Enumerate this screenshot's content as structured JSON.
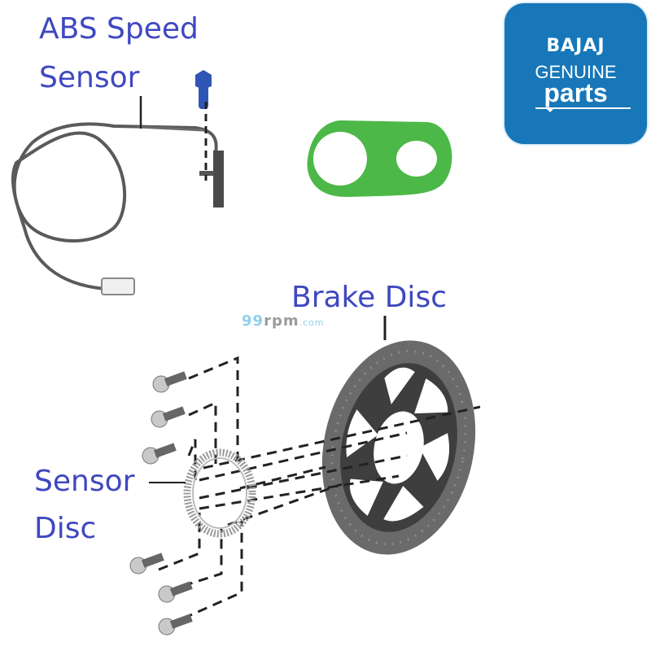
{
  "labels": {
    "abs_speed_sensor_line1": "ABS Speed",
    "abs_speed_sensor_line2": "Sensor",
    "brake_disc": "Brake Disc",
    "sensor_disc_line1": "Sensor",
    "sensor_disc_line2": "Disc"
  },
  "logo": {
    "brand": "BAJAJ",
    "line2": "GENUINE",
    "line3": "parts",
    "background": "#1777b8"
  },
  "watermark": {
    "prefix": "99",
    "main": "rpm",
    "suffix": ".com"
  },
  "colors": {
    "label_text": "#3f48c0",
    "gasket": "#4cb847",
    "sensor_bolt": "#2f55b5",
    "parts_gray": "#555555"
  },
  "parts": [
    {
      "name": "ABS speed sensor",
      "icon": "abs-sensor-cable"
    },
    {
      "name": "Sensor mounting bolt",
      "icon": "blue-bolt"
    },
    {
      "name": "Gasket",
      "icon": "green-gasket"
    },
    {
      "name": "Brake disc",
      "icon": "brake-disc"
    },
    {
      "name": "Sensor disc",
      "icon": "tone-ring"
    },
    {
      "name": "Disc bolts",
      "count": 6,
      "icon": "bolt"
    }
  ]
}
